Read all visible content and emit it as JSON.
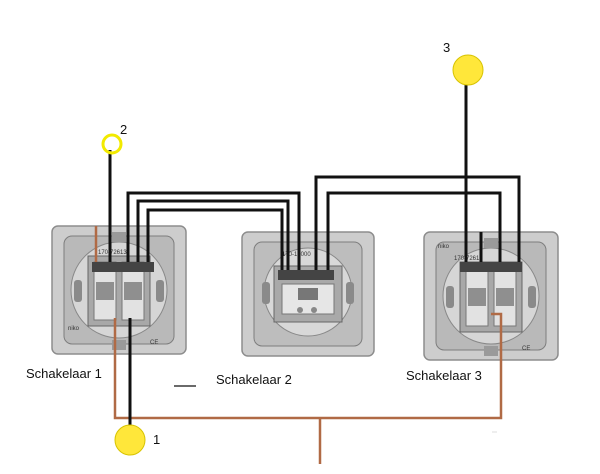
{
  "switches": [
    {
      "label": "Schakelaar 1",
      "code": "170-72613",
      "marking": "niko"
    },
    {
      "label": "Schakelaar 2",
      "code": "170-17000",
      "marking": ""
    },
    {
      "label": "Schakelaar 3",
      "code": "170-72613",
      "marking": "niko"
    }
  ],
  "lamps": [
    {
      "number": "1",
      "lit": true
    },
    {
      "number": "2",
      "lit": false
    },
    {
      "number": "3",
      "lit": true
    }
  ],
  "colors": {
    "lamp_fill": "#ffe73a",
    "lamp_open_ring": "#f2ea00",
    "wire_black": "#111111",
    "wire_brown": "#b06a45",
    "plate": "#c9c9c9",
    "plate_dark": "#9a9a9a"
  },
  "icons": [
    "lamp-icon",
    "switch-module-icon"
  ]
}
